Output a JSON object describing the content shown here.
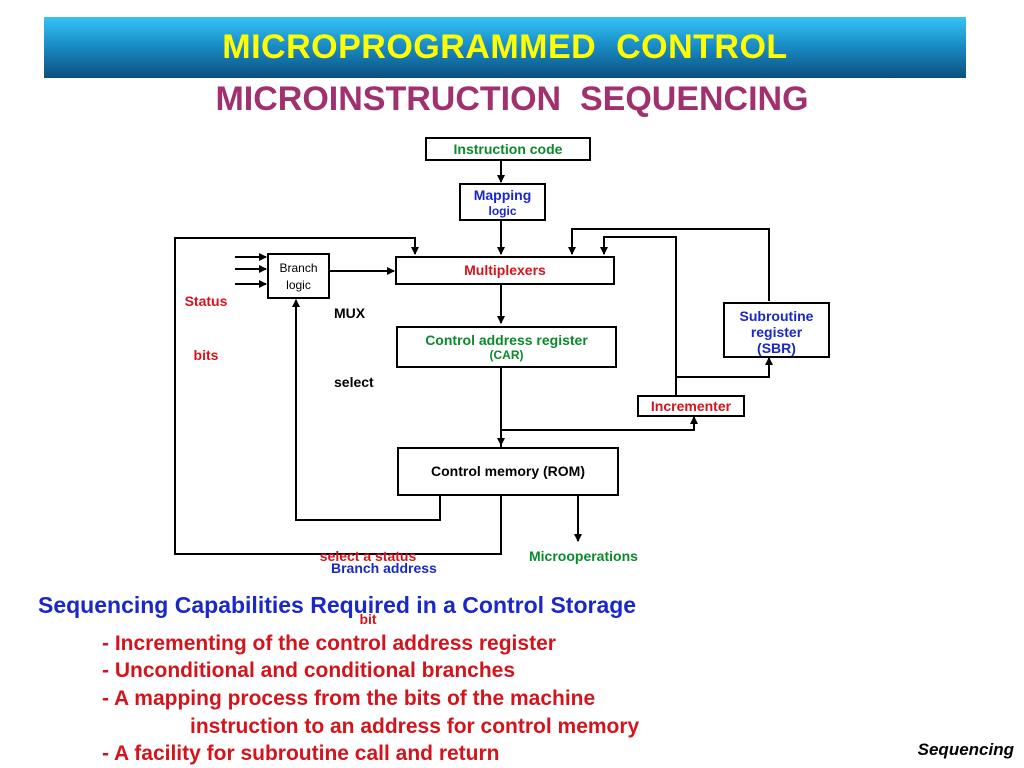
{
  "title": "MICROPROGRAMMED  CONTROL",
  "subtitle": "MICROINSTRUCTION  SEQUENCING",
  "diagram": {
    "instruction_code": "Instruction code",
    "mapping": {
      "line1": "Mapping",
      "line2": "logic"
    },
    "multiplexers": "Multiplexers",
    "branch_logic": {
      "line1": "Branch",
      "line2": "logic"
    },
    "status_bits": {
      "line1": "Status",
      "line2": "bits"
    },
    "mux_select": {
      "line1": "MUX",
      "line2": "select"
    },
    "car": {
      "line1": "Control address register",
      "line2": "(CAR)"
    },
    "sbr": {
      "line1": "Subroutine",
      "line2": "register",
      "line3": "(SBR)"
    },
    "incrementer": "Incrementer",
    "control_memory": "Control memory (ROM)",
    "select_status": {
      "line1": "select a status",
      "line2": "bit"
    },
    "microoperations": "Microoperations",
    "branch_address": "Branch address"
  },
  "capabilities": {
    "heading": "Sequencing Capabilities Required in a Control Storage",
    "items": [
      "- Incrementing of the control address register",
      "- Unconditional and conditional branches",
      "- A mapping process from the bits of the machine",
      "instruction to an address for control memory",
      "- A facility for subroutine call and return"
    ]
  },
  "footer": "Sequencing",
  "colors": {
    "title_text": "#ffff00",
    "subtitle": "#a0306e",
    "green_label": "#0a8a2a",
    "red_label": "#d4141c",
    "blue_label": "#1a28c8"
  }
}
